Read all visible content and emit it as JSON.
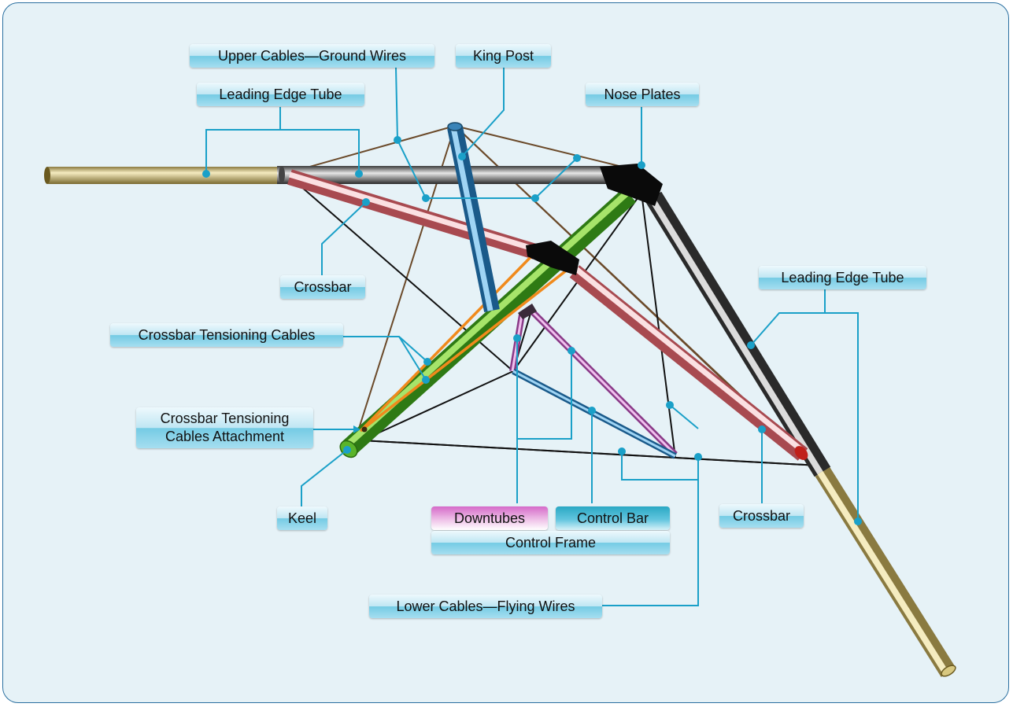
{
  "labels": {
    "upper_cables": "Upper Cables—Ground Wires",
    "king_post": "King Post",
    "leading_edge_tube_left": "Leading Edge Tube",
    "nose_plates": "Nose Plates",
    "crossbar_left": "Crossbar",
    "leading_edge_tube_right": "Leading Edge Tube",
    "crossbar_tensioning_cables": "Crossbar Tensioning Cables",
    "crossbar_tensioning_attachment_line1": "Crossbar Tensioning",
    "crossbar_tensioning_attachment_line2": "Cables Attachment",
    "keel": "Keel",
    "downtubes": "Downtubes",
    "control_bar": "Control Bar",
    "control_frame": "Control Frame",
    "crossbar_right": "Crossbar",
    "lower_cables": "Lower Cables—Flying Wires"
  },
  "colors": {
    "frame_border": "#2a6fa0",
    "background": "#e6f2f7",
    "callout_line": "#1aa0c8",
    "leading_edge_gold": "#cdbd7e",
    "leading_edge_dark": "#6a6a6a",
    "crossbar": "#e8a4a8",
    "keel": "#6cc23a",
    "king_post": "#4aa4d8",
    "downtubes": "#d98ad6",
    "control_bar": "#4aa4d8",
    "tension_cables": "#f08a1c",
    "ground_wires": "#6b4a2a",
    "flying_wires": "#111111"
  }
}
